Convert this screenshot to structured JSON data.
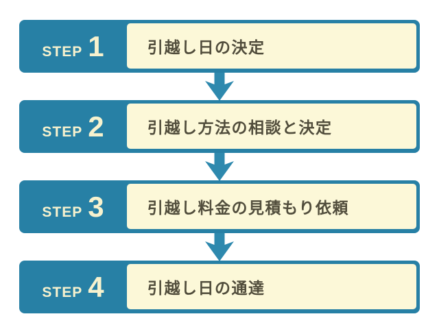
{
  "diagram": {
    "title": "moving-procedure-steps",
    "colors": {
      "box_teal": "#2780A5",
      "arrow_teal": "#2E89AE",
      "content_cream": "#FCF8D8",
      "step_label_text": "#F7F2CE",
      "body_text": "#514D3C",
      "background": "#FFFFFF"
    },
    "steps": [
      {
        "label": "STEP",
        "number": "1",
        "text": "引越し日の決定"
      },
      {
        "label": "STEP",
        "number": "2",
        "text": "引越し方法の相談と決定"
      },
      {
        "label": "STEP",
        "number": "3",
        "text": "引越し料金の見積もり依頼"
      },
      {
        "label": "STEP",
        "number": "4",
        "text": "引越し日の通達"
      }
    ],
    "connector": "down-arrow"
  }
}
